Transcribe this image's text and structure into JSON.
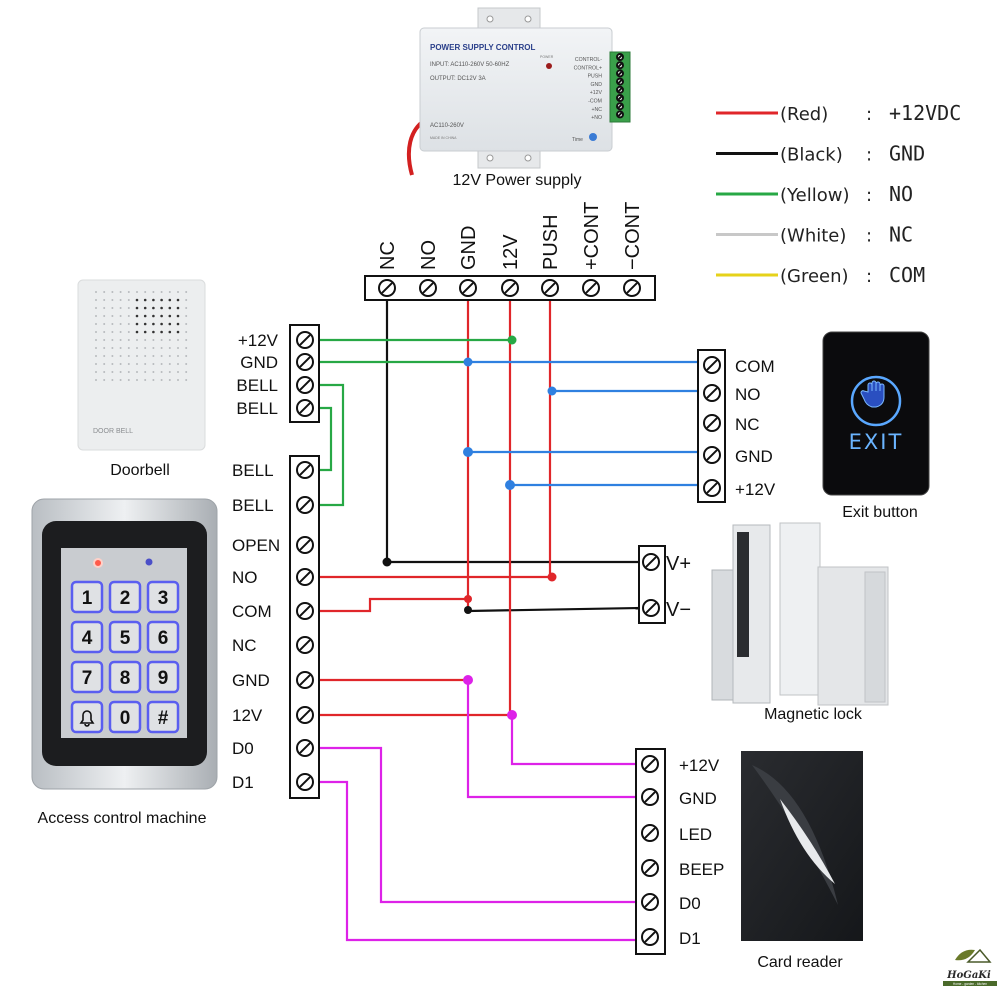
{
  "title": "Access control wiring diagram",
  "colors": {
    "red": "#e0262a",
    "black": "#111111",
    "green": "#27a845",
    "blue": "#2f80e0",
    "magenta": "#dd22e8",
    "white_wire": "#c8c8c8",
    "yellow_wire": "#e6d21a"
  },
  "legend": [
    {
      "wire": "red",
      "color_name": "(Red)",
      "sep": ":",
      "meaning": "+12VDC"
    },
    {
      "wire": "black",
      "color_name": "(Black)",
      "sep": ":",
      "meaning": "GND"
    },
    {
      "wire": "green",
      "color_name": "(Yellow)",
      "sep": ":",
      "meaning": "NO"
    },
    {
      "wire": "white",
      "color_name": "(White)",
      "sep": ":",
      "meaning": "NC"
    },
    {
      "wire": "yellow",
      "color_name": "(Green)",
      "sep": ":",
      "meaning": "COM"
    }
  ],
  "power_supply": {
    "caption": "12V Power supply",
    "label_title": "POWER SUPPLY CONTROL",
    "label_input": "INPUT: AC110-260V 50-60HZ",
    "label_output": "OUTPUT: DC12V  3A",
    "label_ac": "AC110-260V",
    "label_made": "MADE IN CHINA",
    "label_power": "POWER",
    "label_time": "Time",
    "side_terminals": [
      "CONTROL-",
      "CONTROL+",
      "PUSH",
      "GND",
      "+12V",
      "-COM",
      "+NC",
      "+NO"
    ],
    "terminals": [
      "NC",
      "NO",
      "GND",
      "12V",
      "PUSH",
      "+CONT",
      "−CONT"
    ]
  },
  "doorbell": {
    "caption": "Doorbell",
    "device_text": "DOOR BELL",
    "terminals": [
      "+12V",
      "GND",
      "BELL",
      "BELL"
    ]
  },
  "controller": {
    "caption": "Access control machine",
    "terminals": [
      "BELL",
      "BELL",
      "OPEN",
      "NO",
      "COM",
      "NC",
      "GND",
      "12V",
      "D0",
      "D1"
    ],
    "keys": [
      "1",
      "2",
      "3",
      "4",
      "5",
      "6",
      "7",
      "8",
      "9",
      "bell",
      "0",
      "#"
    ]
  },
  "exit_button": {
    "caption": "Exit button",
    "device_text": "EXIT",
    "terminals": [
      "COM",
      "NO",
      "NC",
      "GND",
      "+12V"
    ]
  },
  "magnetic_lock": {
    "caption": "Magnetic lock",
    "terminals": [
      "V+",
      "V−"
    ]
  },
  "card_reader": {
    "caption": "Card reader",
    "terminals": [
      "+12V",
      "GND",
      "LED",
      "BEEP",
      "D0",
      "D1"
    ]
  },
  "logo": {
    "name": "HoGaKi",
    "tagline": "Home - garden - kitchen"
  }
}
